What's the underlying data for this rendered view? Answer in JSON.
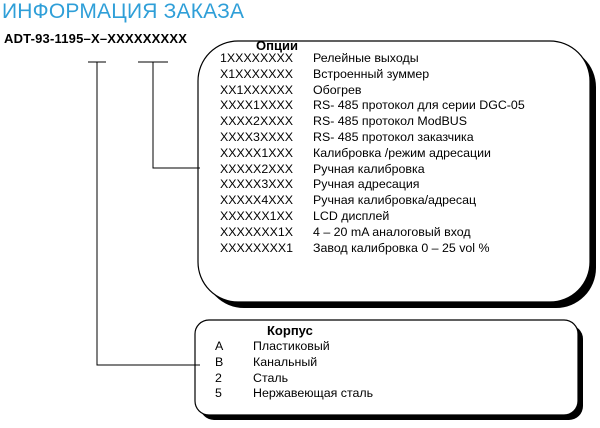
{
  "title": "ИНФОРМАЦИЯ ЗАКАЗА",
  "model_code": "ADT-93-1195–X–XXXXXXXXX",
  "options": {
    "heading": "Опции",
    "rows": [
      {
        "code": "1XXXXXXXX",
        "label": "Релейные выходы"
      },
      {
        "code": "X1XXXXXXX",
        "label": "Встроенный зуммер"
      },
      {
        "code": "XX1XXXXXX",
        "label": "Обогрев"
      },
      {
        "code": "XXXX1XXXX",
        "label": "RS- 485 протокол для серии DGC-05"
      },
      {
        "code": "XXXX2XXXX",
        "label": "RS- 485 протокол ModBUS"
      },
      {
        "code": "XXXX3XXXX",
        "label": "RS- 485 протокол заказчика"
      },
      {
        "code": "XXXXX1XXX",
        "label": "Калибровка /режим адресации"
      },
      {
        "code": "XXXXX2XXX",
        "label": "Ручная калибровка"
      },
      {
        "code": "XXXXX3XXX",
        "label": "Ручная адресация"
      },
      {
        "code": "XXXXX4XXX",
        "label": "Ручная калибровка/адресац"
      },
      {
        "code": "XXXXXX1XX",
        "label": "LCD дисплей"
      },
      {
        "code": "XXXXXXX1X",
        "label": "4 – 20 mA аналоговый вход"
      },
      {
        "code": "XXXXXXXX1",
        "label": "Завод калибровка 0 – 25 vol %"
      }
    ]
  },
  "housing": {
    "heading": "Корпус",
    "rows": [
      {
        "code": "A",
        "label": "Пластиковый"
      },
      {
        "code": "B",
        "label": "Канальный"
      },
      {
        "code": "2",
        "label": "Сталь"
      },
      {
        "code": "5",
        "label": "Нержавеющая  сталь"
      }
    ]
  },
  "colors": {
    "title": "#2f9fd8",
    "text": "#000000",
    "box_fill": "#ffffff",
    "shadow": "#000000"
  }
}
